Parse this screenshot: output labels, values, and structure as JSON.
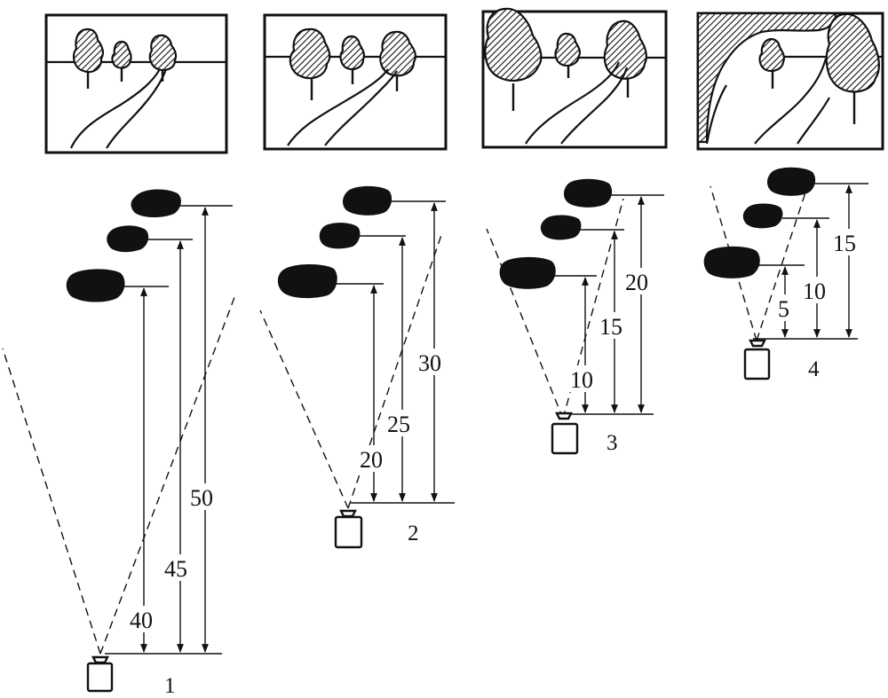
{
  "panels": [
    {
      "label": "1",
      "distances": [
        "40",
        "45",
        "50"
      ]
    },
    {
      "label": "2",
      "distances": [
        "20",
        "25",
        "30"
      ]
    },
    {
      "label": "3",
      "distances": [
        "10",
        "15",
        "20"
      ]
    },
    {
      "label": "4",
      "distances": [
        "5",
        "10",
        "15"
      ]
    }
  ],
  "colors": {
    "ink": "#111111",
    "background": "#ffffff"
  }
}
